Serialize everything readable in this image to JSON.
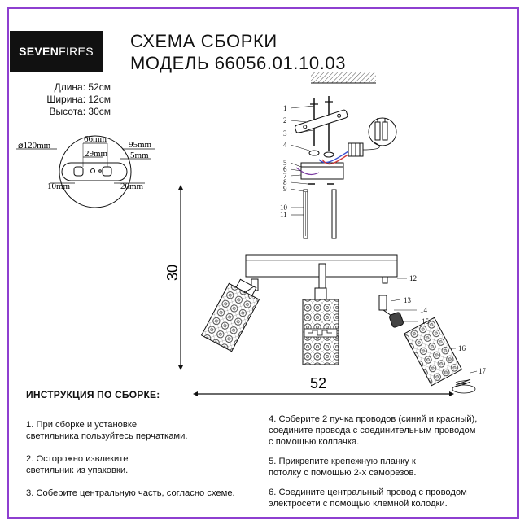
{
  "brand": {
    "part1": "SEVEN",
    "part2": "FIRES"
  },
  "title": {
    "line1": "СХЕМА СБОРКИ",
    "line2": "МОДЕЛЬ 66056.01.10.03"
  },
  "dimensions": {
    "length": "Длина: 52см",
    "width": "Ширина: 12см",
    "height": "Высота: 30см"
  },
  "base_detail": {
    "d120": "⌀120mm",
    "d95": "95mm",
    "d66": "66mm",
    "d29": "29mm",
    "d5": "5mm",
    "d10": "10mm",
    "d20": "20mm"
  },
  "drawing": {
    "height_label": "30",
    "width_label": "52",
    "part_numbers": [
      "1",
      "2",
      "3",
      "4",
      "5",
      "6",
      "7",
      "8",
      "9",
      "10",
      "11",
      "12",
      "13",
      "14",
      "15",
      "16",
      "17"
    ]
  },
  "instructions": {
    "heading": "ИНСТРУКЦИЯ ПО СБОРКЕ:",
    "left": [
      [
        "1. При сборке и установке",
        "светильника пользуйтесь перчатками."
      ],
      [
        "2. Осторожно извлеките",
        "светильник из упаковки."
      ],
      [
        "3. Соберите центральную часть, согласно схеме."
      ]
    ],
    "right": [
      [
        "4. Соберите 2 пучка проводов (синий и красный),",
        "соедините провода с соединительным проводом",
        "с помощью колпачка."
      ],
      [
        "5. Прикрепите крепежную планку к",
        "потолку с помощью 2-х саморезов."
      ],
      [
        "6. Соедините центральный провод с проводом",
        "электросети с помощью клемной колодки."
      ]
    ]
  },
  "colors": {
    "frame": "#8e3fd0",
    "logo_bg": "#111111",
    "wire_blue": "#3a4fd0",
    "wire_red": "#d03a3a"
  }
}
